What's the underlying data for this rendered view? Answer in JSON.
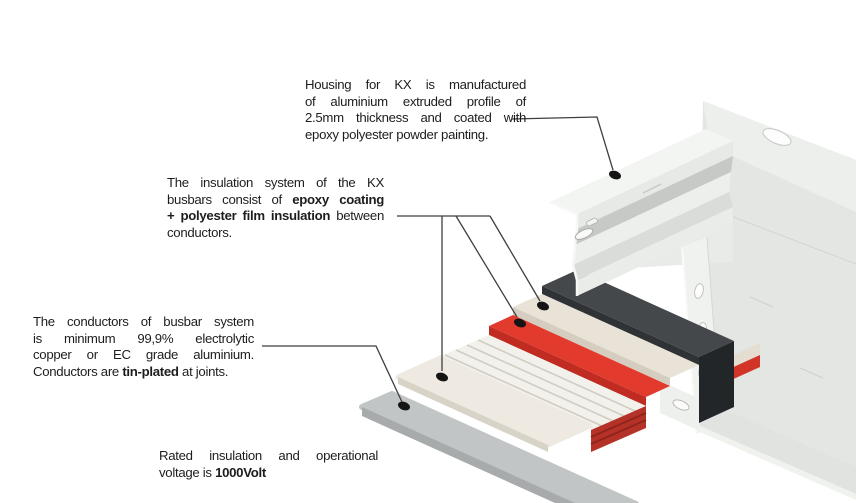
{
  "annotations": {
    "housing": {
      "line1": "Housing for KX is manufactured",
      "line2": "of aluminium extruded profile of",
      "line3": "2.5mm thickness and coated with",
      "line4": "epoxy polyester powder painting."
    },
    "insulation": {
      "line1": "The insulation system of the KX",
      "line2_pre": "busbars consist of ",
      "line2_bold": "epoxy coating",
      "line3_bold": "+ polyester film insulation",
      "line3_post": " between",
      "line4": "conductors."
    },
    "conductors": {
      "line1": "The conductors of busbar system",
      "line2": "is minimum 99,9% electrolytic",
      "line3": "copper or EC grade aluminium.",
      "line4_pre": "Conductors are ",
      "line4_bold": "tin-plated",
      "line4_post": " at joints."
    },
    "voltage": {
      "line1": "Rated insulation and operational",
      "line2_pre": "voltage is ",
      "line2_bold": "1000Volt"
    }
  },
  "colors": {
    "background": "#ffffff",
    "text": "#1d1d1d",
    "leader": "#3f3f3f",
    "dot": "#151515",
    "housing_light": "#f3f5f2",
    "housing_mid": "#e3e6e2",
    "housing_groove": "#c6c9c5",
    "seal_charcoal": "#44484b",
    "epoxy_red": "#e23a2d",
    "epoxy_red_shade": "#c02c21",
    "film_cream": "#e9e2d6",
    "film_white": "#f3f1eb",
    "conductor_gray": "#c2c5c5"
  }
}
